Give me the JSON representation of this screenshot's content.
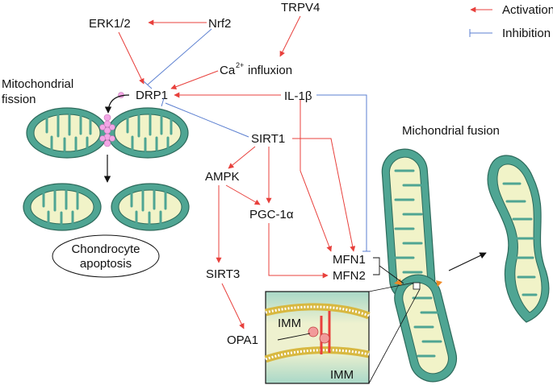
{
  "legend": {
    "activation": "Activation",
    "inhibition": "Inhibition",
    "activation_color": "#e8403c",
    "inhibition_color": "#5b7fd0"
  },
  "labels": {
    "erk": "ERK1/2",
    "nrf2": "Nrf2",
    "trpv4": "TRPV4",
    "ca": "Ca",
    "ca_sup": "2+",
    "influxion": "influxion",
    "drp1": "DRP1",
    "il1b": "IL-1β",
    "mito_fission_1": "Mitochondrial",
    "mito_fission_2": "fission",
    "sirt1": "SIRT1",
    "ampk": "AMPK",
    "pgc": "PGC-1α",
    "sirt3": "SIRT3",
    "opa1": "OPA1",
    "mfn1": "MFN1",
    "mfn2": "MFN2",
    "imm_top": "IMM",
    "imm_bottom": "IMM",
    "fusion": "Michondrial fusion",
    "apoptosis_1": "Chondrocyte",
    "apoptosis_2": "apoptosis"
  },
  "colors": {
    "mitochondria": "#4fa593",
    "matrix": "#f1f3c8",
    "drp1_beads": "#f3a6e6",
    "fusion_marks": "#f08a24",
    "inset_bg": "#eef1cf"
  }
}
